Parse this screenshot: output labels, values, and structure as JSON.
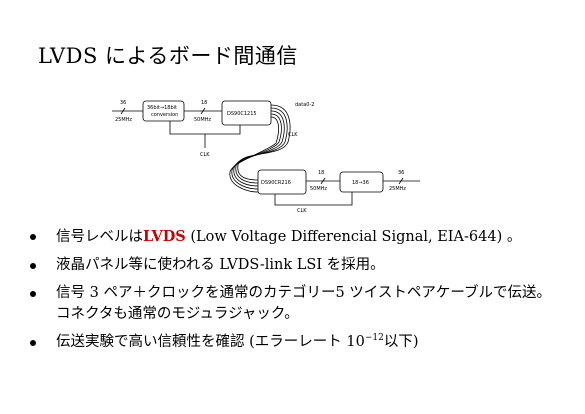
{
  "title": "LVDS によるボード間通信",
  "diagram": {
    "top": {
      "in_bus": "36",
      "in_rate": "25MHz",
      "conv_line1": "36bit→18bit",
      "conv_line2": "conversion",
      "mid_bus": "18",
      "mid_rate": "50MHz",
      "serializer": "DS90C1215",
      "out_label": "data0-2",
      "clk_right": "CLK",
      "clk_bottom": "CLK"
    },
    "bottom": {
      "deserializer": "DS90CR216",
      "mid_bus": "18",
      "mid_rate": "50MHz",
      "conv": "18→36",
      "out_bus": "36",
      "out_rate": "25MHz",
      "clk_bottom": "CLK"
    },
    "colors": {
      "line": "#000000",
      "box_fill": "#ffffff"
    }
  },
  "bullets": [
    {
      "pre": "信号レベルは",
      "highlight": "LVDS",
      "post": " (Low Voltage Differencial Signal, EIA-644) 。",
      "highlight_color": "#cc0000"
    },
    {
      "text": "液晶パネル等に使われる LVDS-link LSI を採用。"
    },
    {
      "text": "信号 3 ペア＋クロックを通常のカテゴリー5 ツイストペアケーブルで伝送。コネクタも通常のモジュラジャック。"
    },
    {
      "pre": "伝送実験で高い信頼性を確認 (エラーレート 10",
      "exp": "−12",
      "post": "以下)"
    }
  ]
}
